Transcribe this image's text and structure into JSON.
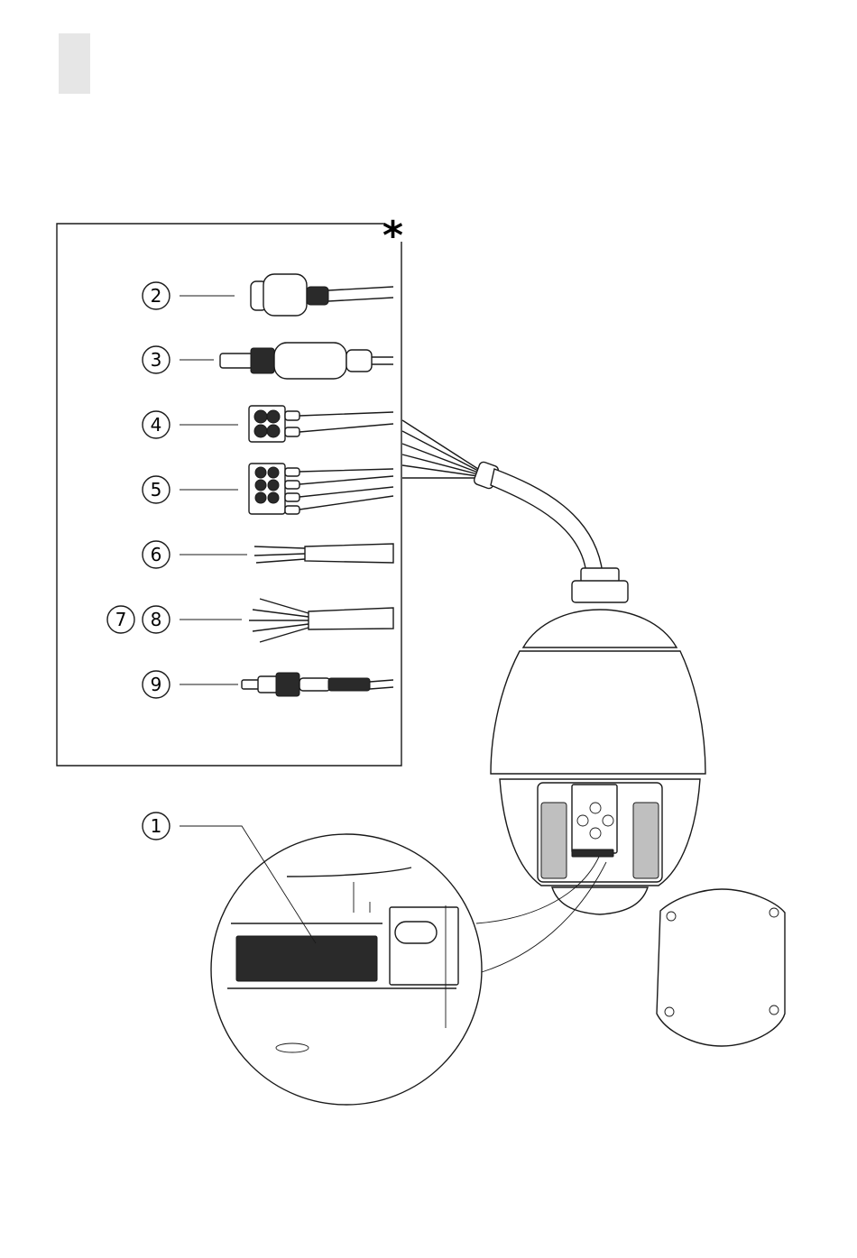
{
  "marker": "*",
  "callouts": {
    "c1": "1",
    "c2": "2",
    "c3": "3",
    "c4": "4",
    "c5": "5",
    "c6": "6",
    "c7": "7",
    "c8": "8",
    "c9": "9"
  }
}
